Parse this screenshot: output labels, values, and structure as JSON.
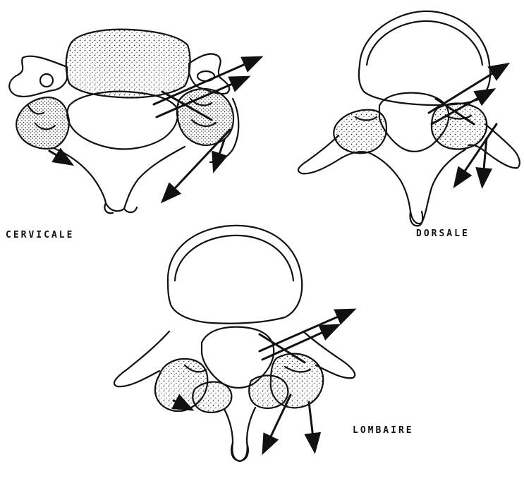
{
  "figure": {
    "panels": [
      {
        "key": "cervical",
        "label": "CERVICALE"
      },
      {
        "key": "dorsal",
        "label": "DORSALE"
      },
      {
        "key": "lumbar",
        "label": "LOMBAIRE"
      }
    ]
  }
}
